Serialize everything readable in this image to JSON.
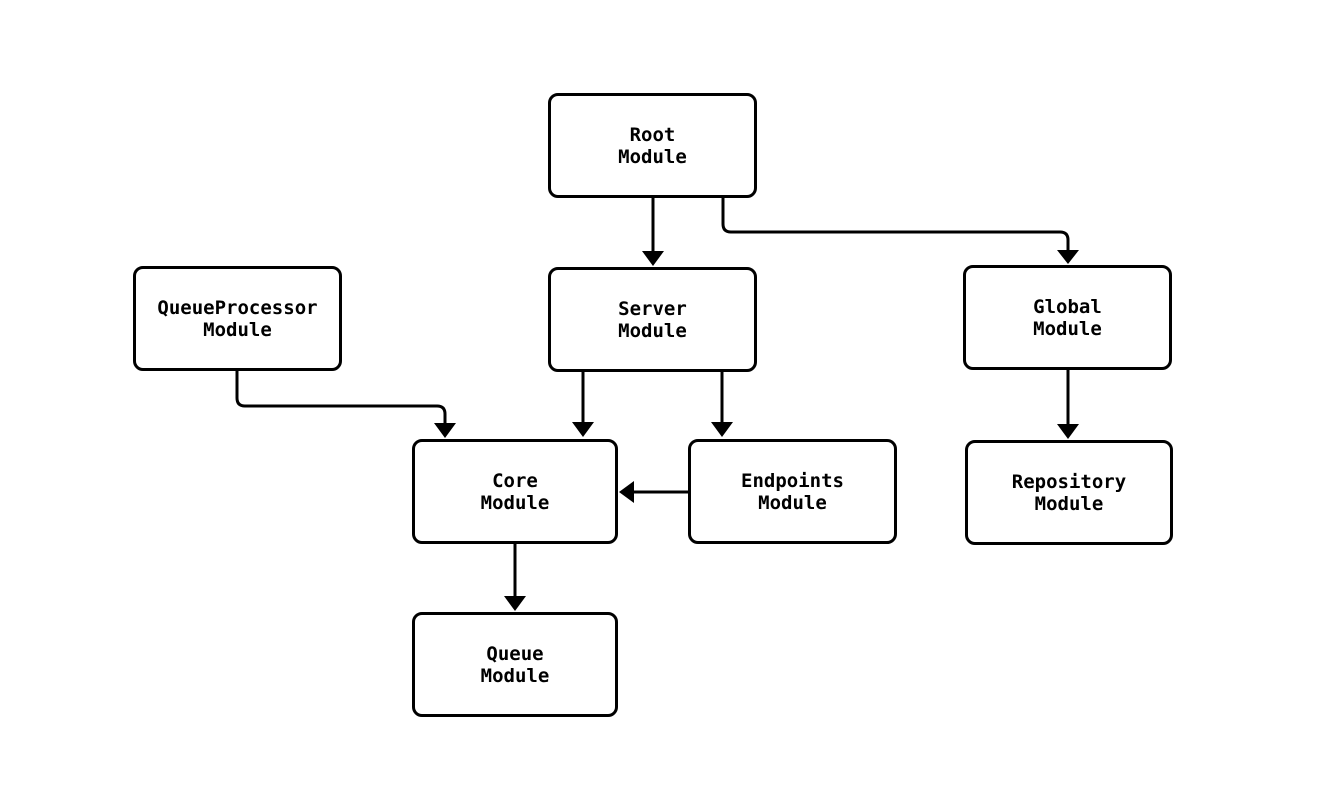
{
  "diagram": {
    "kind": "module-dependency-flowchart",
    "colors": {
      "background": "#ffffff",
      "node_fill": "#ffffff",
      "stroke": "#000000",
      "text": "#000000"
    },
    "nodes": [
      {
        "id": "root",
        "line1": "Root",
        "line2": "Module"
      },
      {
        "id": "queueprocessor",
        "line1": "QueueProcessor",
        "line2": "Module"
      },
      {
        "id": "server",
        "line1": "Server",
        "line2": "Module"
      },
      {
        "id": "global",
        "line1": "Global",
        "line2": "Module"
      },
      {
        "id": "core",
        "line1": "Core",
        "line2": "Module"
      },
      {
        "id": "endpoints",
        "line1": "Endpoints",
        "line2": "Module"
      },
      {
        "id": "repository",
        "line1": "Repository",
        "line2": "Module"
      },
      {
        "id": "queue",
        "line1": "Queue",
        "line2": "Module"
      }
    ],
    "edges": [
      {
        "from": "Root Module",
        "to": "Server Module"
      },
      {
        "from": "Root Module",
        "to": "Global Module"
      },
      {
        "from": "QueueProcessor Module",
        "to": "Core Module"
      },
      {
        "from": "Server Module",
        "to": "Core Module"
      },
      {
        "from": "Server Module",
        "to": "Endpoints Module"
      },
      {
        "from": "Endpoints Module",
        "to": "Core Module"
      },
      {
        "from": "Global Module",
        "to": "Repository Module"
      },
      {
        "from": "Core Module",
        "to": "Queue Module"
      }
    ]
  }
}
